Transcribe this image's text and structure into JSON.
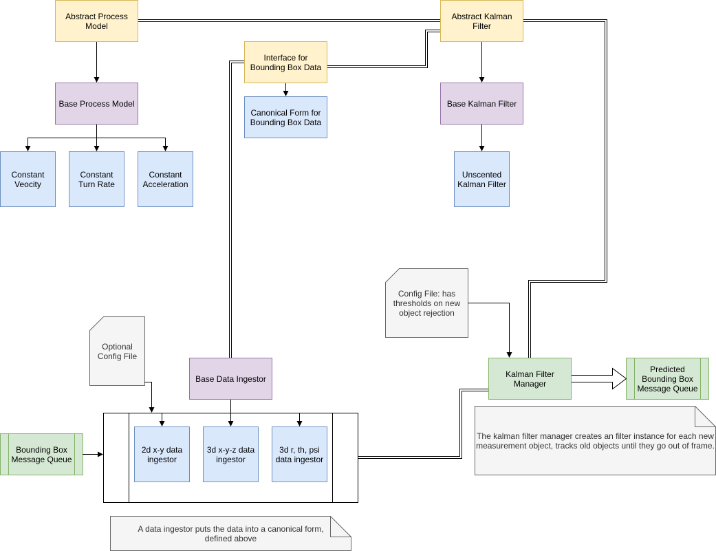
{
  "nodes": {
    "abstract_process_model": "Abstract Process Model",
    "abstract_kalman_filter": "Abstract Kalman Filter",
    "interface_bbox": "Interface for Bounding Box Data",
    "canonical_form": "Canonical Form for Bounding Box Data",
    "base_process_model": "Base Process Model",
    "base_kalman_filter": "Base Kalman Filter",
    "constant_velocity": "Constant Veocity",
    "constant_turn_rate": "Constant Turn Rate",
    "constant_acceleration": "Constant Acceleration",
    "unscented_kf": "Unscented Kalman Filter",
    "config_file_thresholds": "Config File: has thresholds on new object rejection",
    "optional_config_file": "Optional Config File",
    "base_data_ingestor": "Base Data Ingestor",
    "kalman_filter_manager": "Kalman Filter Manager",
    "predicted_bbox_queue": "Predicted Bounding Box Message Queue",
    "bbox_message_queue": "Bounding Box Message Queue",
    "ingestor_2d": "2d x-y data ingestor",
    "ingestor_3d_xyz": "3d x-y-z data ingestor",
    "ingestor_3d_polar": "3d r, th, psi data ingestor"
  },
  "notes": {
    "kf_manager_note": "The kalman filter manager creates an filter instance for each new measurement object, tracks old objects until they go out of frame.",
    "ingestor_note": "A data ingestor puts the data into a canonical form, defined above"
  },
  "colors": {
    "yellow_fill": "#fff2cc",
    "purple_fill": "#e1d5e7",
    "blue_fill": "#dae8fc",
    "green_fill": "#d5e8d4",
    "note_fill": "#f5f5f5"
  }
}
